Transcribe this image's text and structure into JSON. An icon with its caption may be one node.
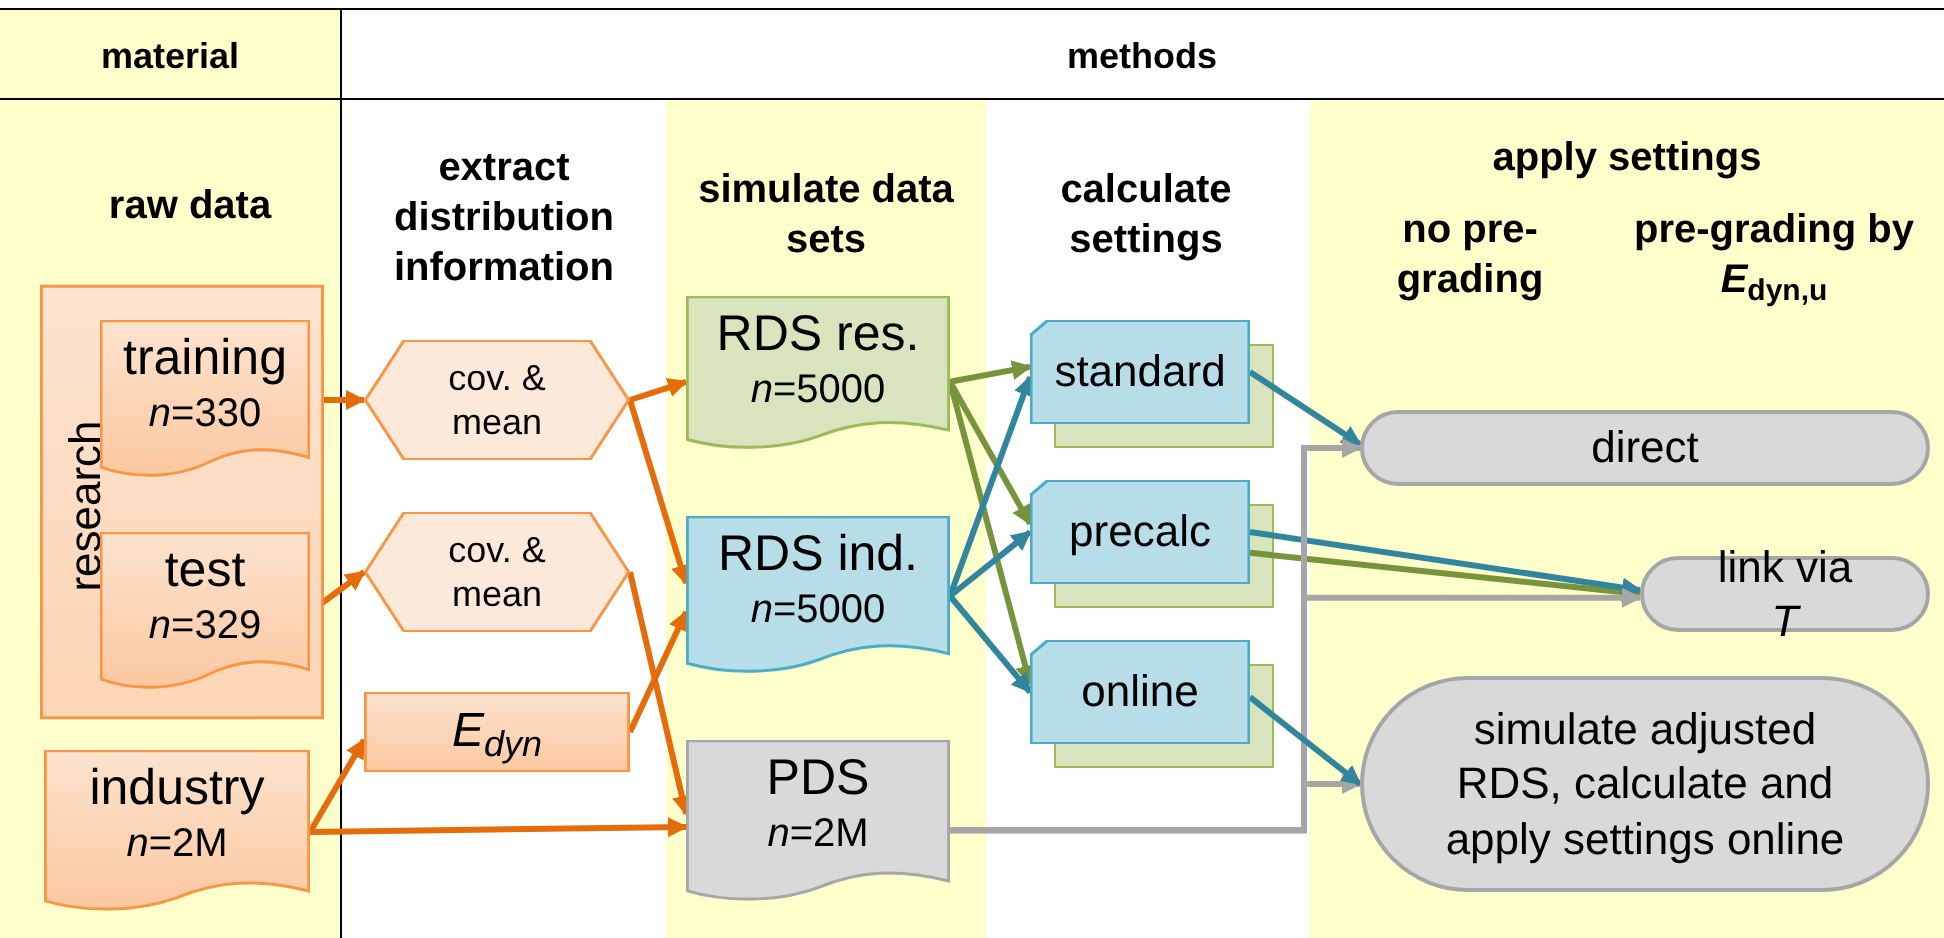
{
  "diagram": {
    "nodes": [
      {
        "text": [
          "research"
        ]
      },
      {
        "text": [
          "training",
          "*n*=330"
        ],
        "in": 0
      },
      {
        "text": [
          "test",
          "*n*=329"
        ],
        "in": 0
      },
      {
        "text": [
          "industry",
          "*n*=2M"
        ]
      },
      {
        "text": [
          "cov. & mean"
        ]
      },
      {
        "text": [
          "cov. & mean"
        ]
      },
      {
        "text": [
          "E$_{dyn}$"
        ]
      },
      {
        "text": [
          "RDS res.",
          "*n*=5000"
        ]
      },
      {
        "text": [
          "RDS ind.",
          "*n*=5000"
        ]
      },
      {
        "text": [
          "PDS",
          "*n*=2M"
        ]
      },
      {
        "text": [
          "standard"
        ]
      },
      {
        "text": [
          "precalc"
        ]
      },
      {
        "text": [
          "online"
        ]
      },
      {
        "text": [
          "direct"
        ]
      },
      {
        "text": [
          "link via *T*"
        ]
      },
      {
        "text": [
          "simulate adjusted RDS, calculate and apply settings online"
        ]
      }
    ],
    "edges": [
      {
        "from": 1,
        "to": 4,
        "arrow": "to"
      },
      {
        "from": 2,
        "to": 5,
        "arrow": "to"
      },
      {
        "from": 3,
        "to": 6,
        "arrow": "to"
      },
      {
        "from": 3,
        "to": 9,
        "arrow": "to"
      },
      {
        "from": 4,
        "to": 7,
        "arrow": "to"
      },
      {
        "from": 4,
        "to": 8,
        "arrow": "to"
      },
      {
        "from": 5,
        "to": 9,
        "arrow": "to"
      },
      {
        "from": 6,
        "to": 8,
        "arrow": "to"
      },
      {
        "from": 7,
        "to": 10,
        "arrow": "to",
        "color": "#77933c"
      },
      {
        "from": 7,
        "to": 11,
        "arrow": "to",
        "color": "#77933c"
      },
      {
        "from": 7,
        "to": 12,
        "arrow": "to",
        "color": "#77933c"
      },
      {
        "from": 8,
        "to": 10,
        "arrow": "to",
        "color": "#31859c"
      },
      {
        "from": 8,
        "to": 11,
        "arrow": "to",
        "color": "#31859c"
      },
      {
        "from": 8,
        "to": 12,
        "arrow": "to",
        "color": "#31859c"
      },
      {
        "from": 10,
        "to": 13,
        "arrow": "to",
        "color": "#31859c"
      },
      {
        "from": 11,
        "to": 14,
        "arrow": "to",
        "color": "#77933c"
      },
      {
        "from": 11,
        "to": 14,
        "arrow": "to",
        "color": "#31859c"
      },
      {
        "from": 9,
        "to": 13,
        "arrow": "to",
        "color": "#a6a6a6"
      },
      {
        "from": 9,
        "to": 14,
        "arrow": "to",
        "color": "#a6a6a6"
      },
      {
        "from": 9,
        "to": 15,
        "arrow": "to",
        "color": "#a6a6a6"
      },
      {
        "from": 12,
        "to": 15,
        "arrow": "to",
        "color": "#31859c"
      }
    ],
    "labels": [
      "material",
      "methods",
      "raw data",
      "extract distribution information",
      "simulate data sets",
      "calculate settings",
      "apply settings",
      "no pre-grading",
      "pre-grading by *E*$_{dyn,u}$"
    ]
  }
}
